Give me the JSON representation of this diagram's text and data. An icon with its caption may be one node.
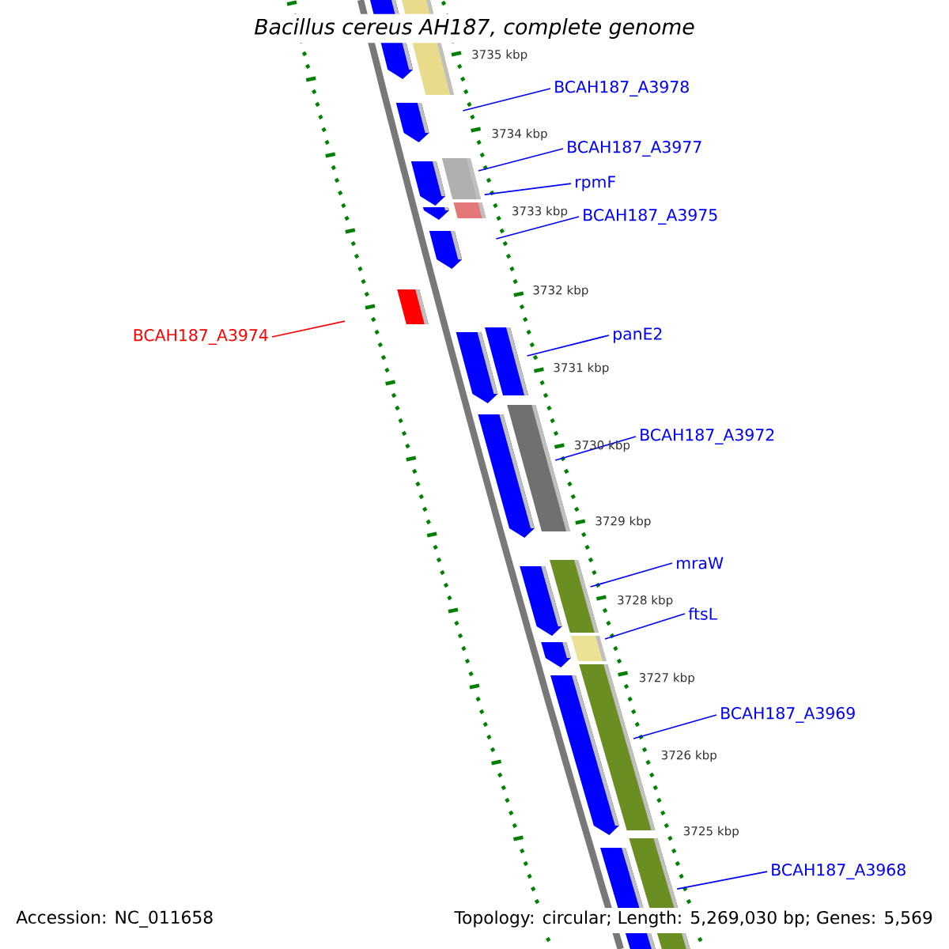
{
  "diagram": {
    "title": "Bacillus cereus AH187, complete genome",
    "nodes": [
      {
        "text": [
          "BCAH187_A3978"
        ]
      },
      {
        "text": [
          "BCAH187_A3977"
        ]
      },
      {
        "text": [
          "rpmF"
        ]
      },
      {
        "text": [
          "BCAH187_A3975"
        ]
      },
      {
        "text": [
          "BCAH187_A3974"
        ]
      },
      {
        "text": [
          "panE2"
        ]
      },
      {
        "text": [
          "BCAH187_A3972"
        ]
      },
      {
        "text": [
          "mraW"
        ]
      },
      {
        "text": [
          "ftsL"
        ]
      },
      {
        "text": [
          "BCAH187_A3969"
        ]
      },
      {
        "text": [
          "BCAH187_A3968"
        ]
      }
    ],
    "edges": [
      {
        "from": 0,
        "to": null,
        "arrow": "none"
      },
      {
        "from": 1,
        "to": null,
        "arrow": "none"
      },
      {
        "from": 2,
        "to": null,
        "arrow": "none"
      },
      {
        "from": 3,
        "to": null,
        "arrow": "none"
      },
      {
        "from": 4,
        "to": null,
        "arrow": "none",
        "color": "#ff0000"
      },
      {
        "from": 5,
        "to": null,
        "arrow": "none"
      },
      {
        "from": 6,
        "to": null,
        "arrow": "none"
      },
      {
        "from": 7,
        "to": null,
        "arrow": "none"
      },
      {
        "from": 8,
        "to": null,
        "arrow": "none"
      },
      {
        "from": 9,
        "to": null,
        "arrow": "none"
      },
      {
        "from": 10,
        "to": null,
        "arrow": "none"
      }
    ],
    "labels": [
      "3735 kbp",
      "3734 kbp",
      "3733 kbp",
      "3732 kbp",
      "3731 kbp",
      "3730 kbp",
      "3729 kbp",
      "3728 kbp",
      "3727 kbp",
      "3726 kbp",
      "3725 kbp",
      "Accession: NC_011658",
      "Topology: circular; Length: 5,269,030 bp; Genes: 5,569"
    ]
  }
}
